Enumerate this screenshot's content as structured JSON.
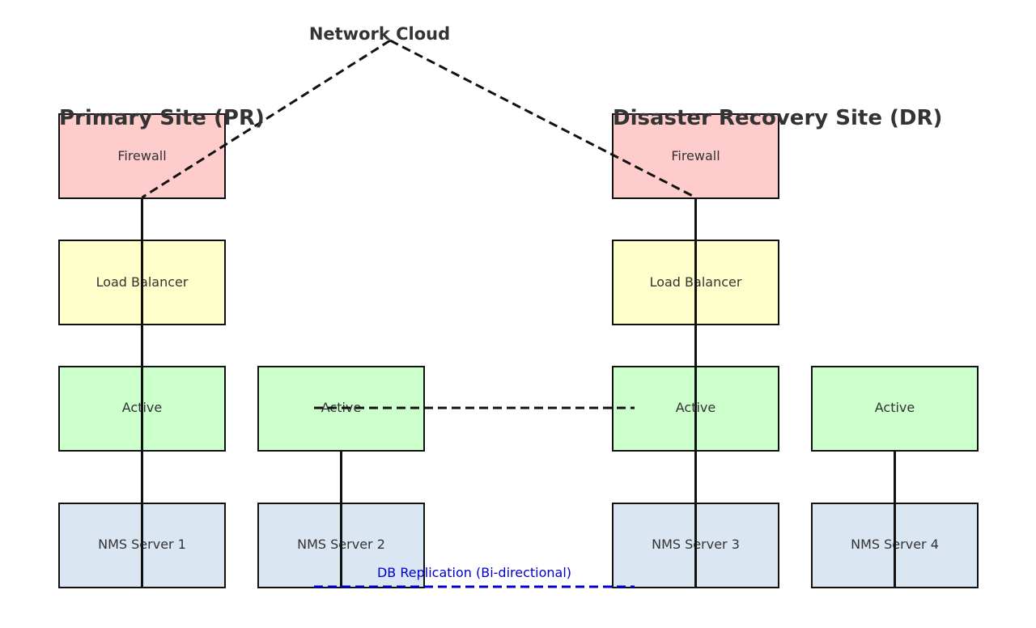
{
  "network_cloud": {
    "label": "Network Cloud"
  },
  "sites": {
    "primary": {
      "title": "Primary Site (PR)"
    },
    "dr": {
      "title": "Disaster Recovery Site (DR)"
    }
  },
  "nodes": {
    "pr_firewall": {
      "label": "Firewall",
      "fill": "#ffcccc"
    },
    "pr_load_balancer": {
      "label": "Load Balancer",
      "fill": "#ffffcc"
    },
    "pr_active_1": {
      "label": "Active",
      "fill": "#ccffcc"
    },
    "pr_active_2": {
      "label": "Active",
      "fill": "#ccffcc"
    },
    "pr_nms_1": {
      "label": "NMS Server 1",
      "fill": "#dae6f2"
    },
    "pr_nms_2": {
      "label": "NMS Server 2",
      "fill": "#dae6f2"
    },
    "dr_firewall": {
      "label": "Firewall",
      "fill": "#ffcccc"
    },
    "dr_load_balancer": {
      "label": "Load Balancer",
      "fill": "#ffffcc"
    },
    "dr_active_1": {
      "label": "Active",
      "fill": "#ccffcc"
    },
    "dr_active_2": {
      "label": "Active",
      "fill": "#ccffcc"
    },
    "dr_nms_3": {
      "label": "NMS Server 3",
      "fill": "#dae6f2"
    },
    "dr_nms_4": {
      "label": "NMS Server 4",
      "fill": "#dae6f2"
    }
  },
  "links": {
    "db_replication": {
      "label": "DB Replication (Bi-directional)",
      "color": "#0000cc"
    }
  }
}
